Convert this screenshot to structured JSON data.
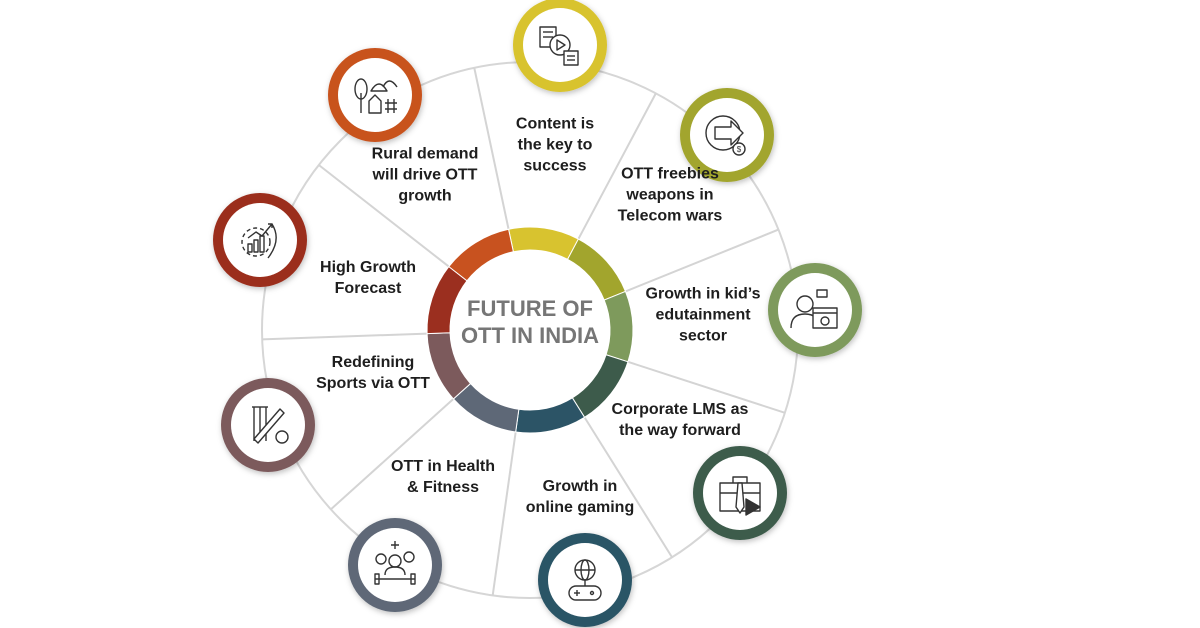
{
  "center": {
    "line1": "FUTURE OF",
    "line2": "OTT IN INDIA"
  },
  "segments": [
    {
      "id": "content",
      "lines": [
        "Content is",
        "the key to",
        "success"
      ],
      "color": "#d8c32f",
      "icon": "content-media-icon"
    },
    {
      "id": "freebies",
      "lines": [
        "OTT freebies",
        "weapons in",
        "Telecom wars"
      ],
      "color": "#a2a52d",
      "icon": "telecom-offer-icon"
    },
    {
      "id": "kids",
      "lines": [
        "Growth in kid’s",
        "edutainment",
        "sector"
      ],
      "color": "#7e9a5c",
      "icon": "child-video-learning-icon"
    },
    {
      "id": "lms",
      "lines": [
        "Corporate LMS as",
        "the way forward"
      ],
      "color": "#3d5b4b",
      "icon": "briefcase-video-icon"
    },
    {
      "id": "gaming",
      "lines": [
        "Growth in",
        "online gaming"
      ],
      "color": "#2c5466",
      "icon": "online-gamepad-icon"
    },
    {
      "id": "health",
      "lines": [
        "OTT in Health",
        "& Fitness"
      ],
      "color": "#5e6877",
      "icon": "fitness-health-icon"
    },
    {
      "id": "sports",
      "lines": [
        "Redefining",
        "Sports via OTT"
      ],
      "color": "#7c5a5c",
      "icon": "cricket-icon"
    },
    {
      "id": "growth",
      "lines": [
        "High Growth",
        "Forecast"
      ],
      "color": "#9b2f1f",
      "icon": "growth-gear-chart-icon"
    },
    {
      "id": "rural",
      "lines": [
        "Rural demand",
        "will drive OTT",
        "growth"
      ],
      "color": "#c8521f",
      "icon": "rural-village-icon"
    }
  ]
}
